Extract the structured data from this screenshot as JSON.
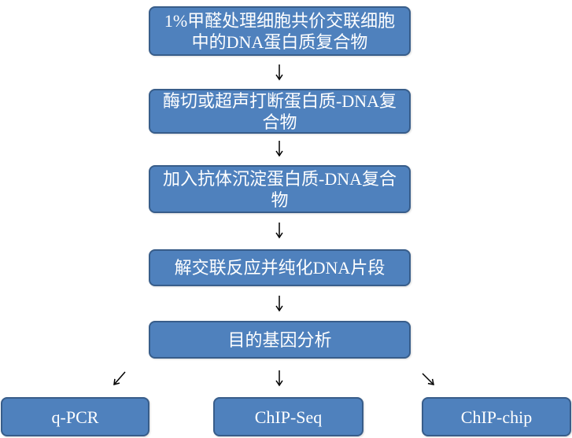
{
  "steps": [
    "1%甲醛处理细胞共价交联细胞中的DNA蛋白质复合物",
    "酶切或超声打断蛋白质-DNA复合物",
    "加入抗体沉淀蛋白质-DNA复合物",
    "解交联反应并纯化DNA片段",
    "目的基因分析"
  ],
  "outputs": [
    "q-PCR",
    "ChIP-Seq",
    "ChIP-chip"
  ],
  "colors": {
    "box_fill": "#4F81BD",
    "box_border": "#385D8A",
    "text": "#FFFFFF",
    "arrow": "#000000"
  }
}
